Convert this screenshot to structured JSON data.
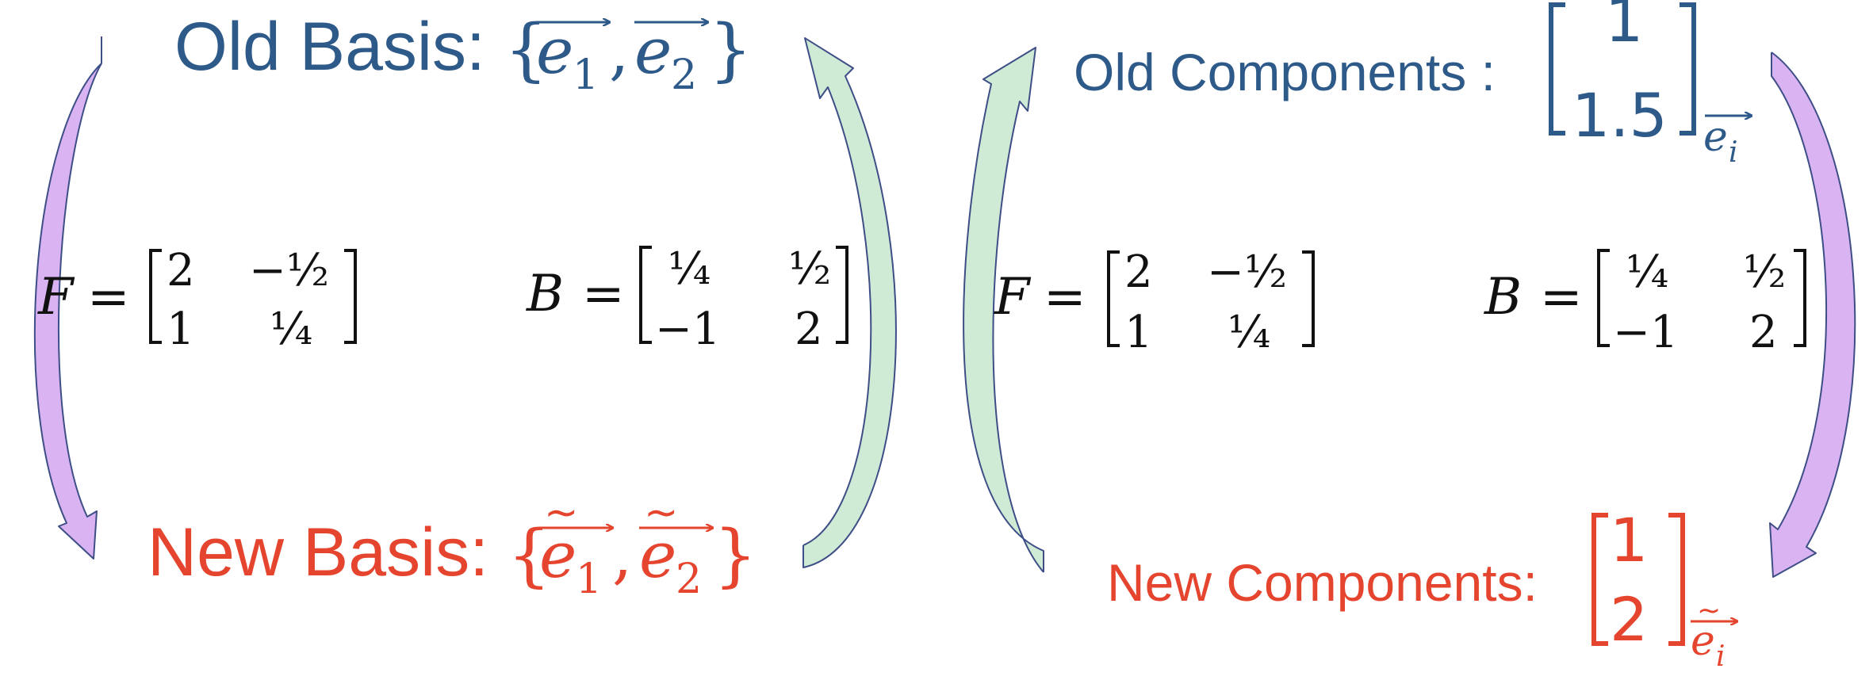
{
  "colors": {
    "old": "#2E5A8A",
    "new": "#E5452E",
    "math": "#111111",
    "purple_arrow": "#D9B3F2",
    "green_arrow": "#CFEBD6",
    "arrow_stroke": "#3E4E86"
  },
  "left_panel": {
    "old_basis": {
      "label": "Old Basis: ",
      "open_brace": "{",
      "comma": ",",
      "close_brace": "}",
      "v1": {
        "base": "e",
        "sub": "1"
      },
      "v2": {
        "base": "e",
        "sub": "2"
      }
    },
    "new_basis": {
      "label": "New Basis: ",
      "open_brace": "{",
      "comma": ",",
      "close_brace": "}",
      "tilde": "~",
      "v1": {
        "base": "e",
        "sub": "1"
      },
      "v2": {
        "base": "e",
        "sub": "2"
      }
    },
    "matrix_f": {
      "name": "F",
      "equals": "=",
      "cells": [
        [
          "2",
          "−½"
        ],
        [
          "1",
          "¼"
        ]
      ]
    },
    "matrix_b": {
      "name": "B",
      "equals": "=",
      "cells": [
        [
          "¼",
          "½"
        ],
        [
          "−1",
          "2"
        ]
      ]
    }
  },
  "right_panel": {
    "old_components": {
      "label": "Old Components :",
      "values": [
        "1",
        "1.5"
      ],
      "subscript": {
        "base": "e",
        "sub": "i"
      }
    },
    "new_components": {
      "label": "New Components:",
      "values": [
        "1",
        "2"
      ],
      "subscript": {
        "base": "e",
        "sub": "i"
      },
      "tilde": "~"
    },
    "matrix_f": {
      "name": "F",
      "equals": "=",
      "cells": [
        [
          "2",
          "−½"
        ],
        [
          "1",
          "¼"
        ]
      ]
    },
    "matrix_b": {
      "name": "B",
      "equals": "=",
      "cells": [
        [
          "¼",
          "½"
        ],
        [
          "−1",
          "2"
        ]
      ]
    }
  }
}
